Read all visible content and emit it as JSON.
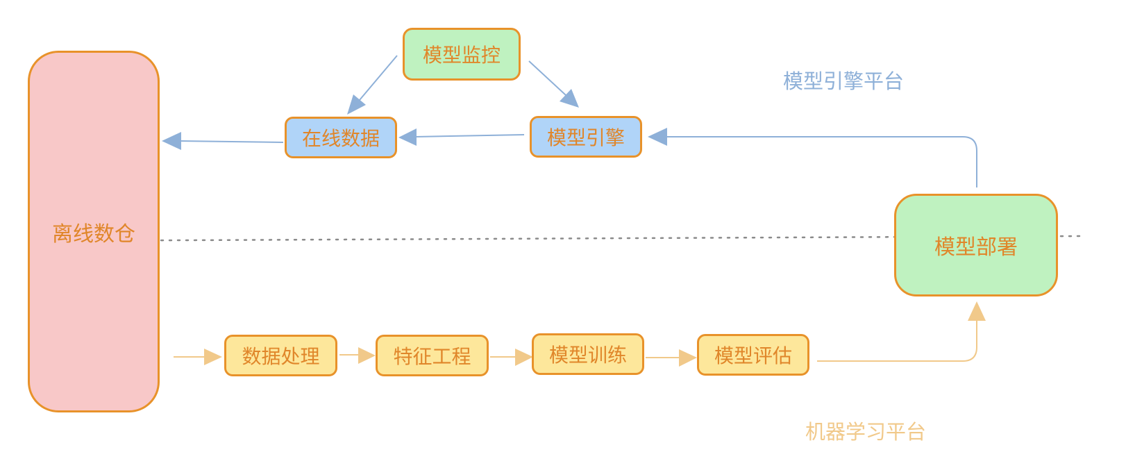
{
  "diagram": {
    "nodes": {
      "model_monitor": "模型监控",
      "online_data": "在线数据",
      "model_engine": "模型引擎",
      "offline_warehouse": "离线数仓",
      "data_processing": "数据处理",
      "feature_engineering": "特征工程",
      "model_training": "模型训练",
      "model_evaluation": "模型评估",
      "model_deployment": "模型部署"
    },
    "regions": {
      "engine_platform": "模型引擎平台",
      "ml_platform": "机器学习平台"
    },
    "edges": [
      {
        "from": "model_monitor",
        "to": "online_data"
      },
      {
        "from": "model_monitor",
        "to": "model_engine"
      },
      {
        "from": "model_engine",
        "to": "online_data"
      },
      {
        "from": "online_data",
        "to": "offline_warehouse"
      },
      {
        "from": "model_deployment",
        "to": "model_engine"
      },
      {
        "from": "offline_warehouse",
        "to": "data_processing"
      },
      {
        "from": "data_processing",
        "to": "feature_engineering"
      },
      {
        "from": "feature_engineering",
        "to": "model_training"
      },
      {
        "from": "model_training",
        "to": "model_evaluation"
      },
      {
        "from": "model_evaluation",
        "to": "model_deployment"
      }
    ],
    "colors": {
      "node_border": "#e8922a",
      "node_text": "#e0862a",
      "online_node_fill": "#b0d4f8",
      "monitor_deploy_fill": "#bff2c0",
      "ml_pipeline_fill": "#fde79b",
      "warehouse_fill": "#f8c8c8",
      "engine_arrow": "#8eb0d8",
      "ml_arrow": "#f1c98a",
      "divider": "#8a8a8a"
    }
  }
}
